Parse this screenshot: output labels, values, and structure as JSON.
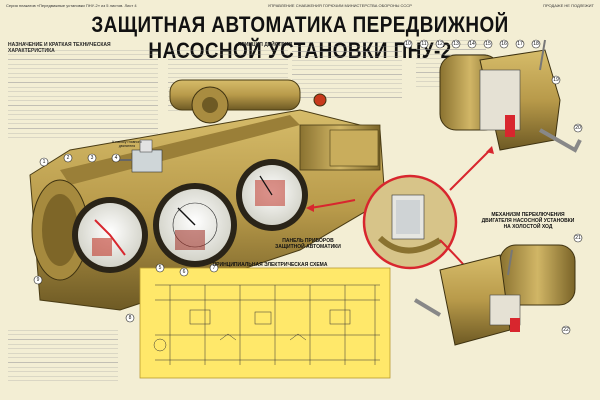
{
  "header": {
    "left": "Серия плакатов «Передвижные установки ПНУ-2» из 5 листов. Лист 4",
    "center": "УПРАВЛЕНИЕ СНАБЖЕНИЯ ГОРЮЧИМ МИНИСТЕРСТВА ОБОРОНЫ СССР",
    "right": "ПРОДАЖЕ НЕ ПОДЛЕЖИТ"
  },
  "title": "ЗАЩИТНАЯ АВТОМАТИКА ПЕРЕДВИЖНОЙ НАСОСНОЙ УСТАНОВКИ ПНУ-2",
  "sections": {
    "characteristics": "НАЗНАЧЕНИЕ И КРАТКАЯ ТЕХНИЧЕСКАЯ ХАРАКТЕРИСТИКА",
    "principle": "ПРИНЦИП ДЕЙСТВИЯ"
  },
  "labels": {
    "panel": "ПАНЕЛЬ ПРИБОРОВ ЗАЩИТНОЙ АВТОМАТИКИ",
    "mechanism": "МЕХАНИЗМ ПЕРЕКЛЮЧЕНИЯ ДВИГАТЕЛЯ НАСОСНОЙ УСТАНОВКИ НА ХОЛОСТОЙ ХОД",
    "schematic": "ПРИНЦИПИАЛЬНАЯ ЭЛЕКТРИЧЕСКАЯ СХЕМА",
    "small_callout": "К насосу главного двигателя"
  },
  "callouts": [
    "1",
    "2",
    "3",
    "4",
    "5",
    "6",
    "7",
    "8",
    "9",
    "10",
    "11",
    "12",
    "13",
    "14",
    "15",
    "16",
    "17",
    "18",
    "19",
    "20",
    "21",
    "22"
  ],
  "colors": {
    "background": "#f3eed4",
    "machine": "#b89a4a",
    "machine_dark": "#6e5a24",
    "accent_red": "#d8262e",
    "schematic_bg": "#ffe86a",
    "gauge_face": "#f2f2ea"
  }
}
